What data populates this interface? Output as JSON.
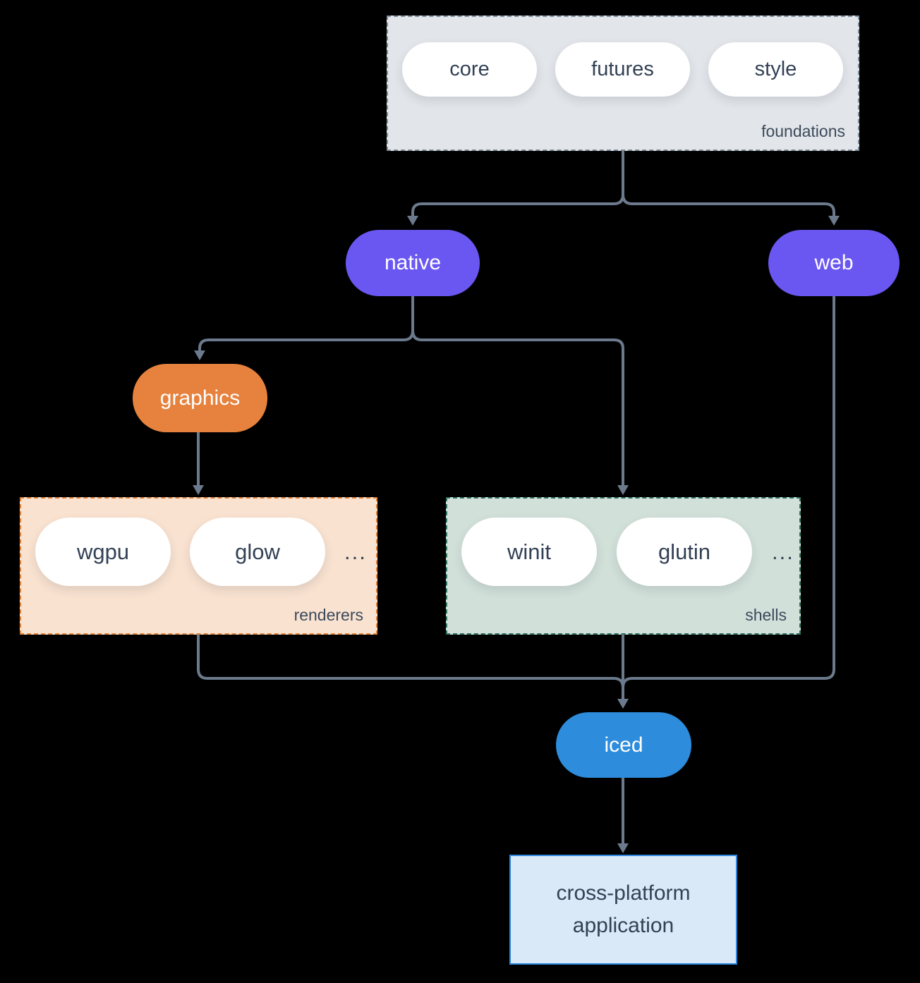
{
  "diagram": {
    "foundations": {
      "label": "foundations",
      "pills": [
        "core",
        "futures",
        "style"
      ]
    },
    "native": {
      "label": "native"
    },
    "web": {
      "label": "web"
    },
    "graphics": {
      "label": "graphics"
    },
    "renderers": {
      "label": "renderers",
      "pills": [
        "wgpu",
        "glow"
      ],
      "more": "..."
    },
    "shells": {
      "label": "shells",
      "pills": [
        "winit",
        "glutin"
      ],
      "more": "..."
    },
    "iced": {
      "label": "iced"
    },
    "application": {
      "label": "cross-platform application"
    }
  },
  "colors": {
    "background": "#000000",
    "connector": "#6b7a8c",
    "foundations_bg": "#e2e5e9",
    "foundations_border": "#7e8d9c",
    "pill_bg": "#ffffff",
    "pill_text": "#334155",
    "native_web_bg": "#6a57f1",
    "graphics_bg": "#e6823e",
    "renderers_bg": "#f9e2d0",
    "renderers_border": "#e0823a",
    "shells_bg": "#d2e0da",
    "shells_border": "#2e7163",
    "iced_bg": "#2d8cdb",
    "application_bg": "#d9e9f8",
    "application_border": "#2e86dd",
    "node_text": "#ffffff",
    "group_label_text": "#3c4a5c"
  }
}
